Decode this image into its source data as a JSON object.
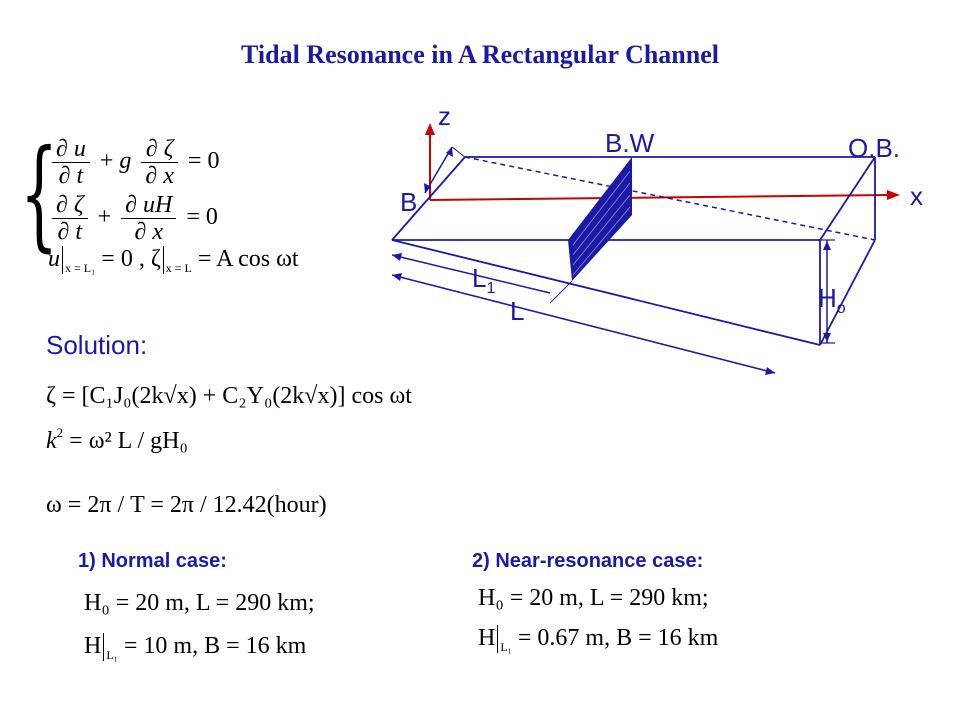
{
  "title": "Tidal Resonance in A Rectangular Channel",
  "diagram": {
    "axis_z": "z",
    "axis_x": "x",
    "label_bw": "B.W",
    "label_ob": "O.B.",
    "label_b": "B",
    "label_l1_main": "L",
    "label_l1_sub": "1",
    "label_l": "L",
    "label_ho_main": "H",
    "label_ho_sub": "o"
  },
  "system": {
    "eq1": {
      "num1": "∂ u",
      "den1": "∂ t",
      "op1": "+",
      "g": "g",
      "num2": "∂ ζ",
      "den2": "∂ x",
      "rhs": "= 0"
    },
    "eq2": {
      "num1": "∂ ζ",
      "den1": "∂ t",
      "op1": "+",
      "num2": "∂ uH",
      "den2": "∂ x",
      "rhs": "= 0"
    },
    "eq3": {
      "u": "u",
      "sub1": "x = L₁",
      "mid": "= 0 , ζ",
      "sub2": "x = L",
      "rhs": "= A cos ωt"
    }
  },
  "solution_label": "Solution:",
  "solution": {
    "line1": "ζ = [C₁J₀(2k√x) + C₂Y₀(2k√x)] cos ωt",
    "line2_lhs": "k",
    "line2_sup": "2",
    "line2_rhs": "= ω² L / gH₀",
    "line3": "ω = 2π / T = 2π / 12.42(hour)"
  },
  "case1": {
    "label": "1) Normal case:",
    "line1": "H₀ = 20 m, L = 290 km;",
    "line2_h": "H",
    "line2_sub": "L₁",
    "line2_rhs": "= 10 m, B = 16 km"
  },
  "case2": {
    "label": "2) Near-resonance case:",
    "line1": "H₀ = 20 m, L = 290 km;",
    "line2_h": "H",
    "line2_sub": "L₁",
    "line2_rhs": "= 0.67 m, B = 16 km"
  }
}
